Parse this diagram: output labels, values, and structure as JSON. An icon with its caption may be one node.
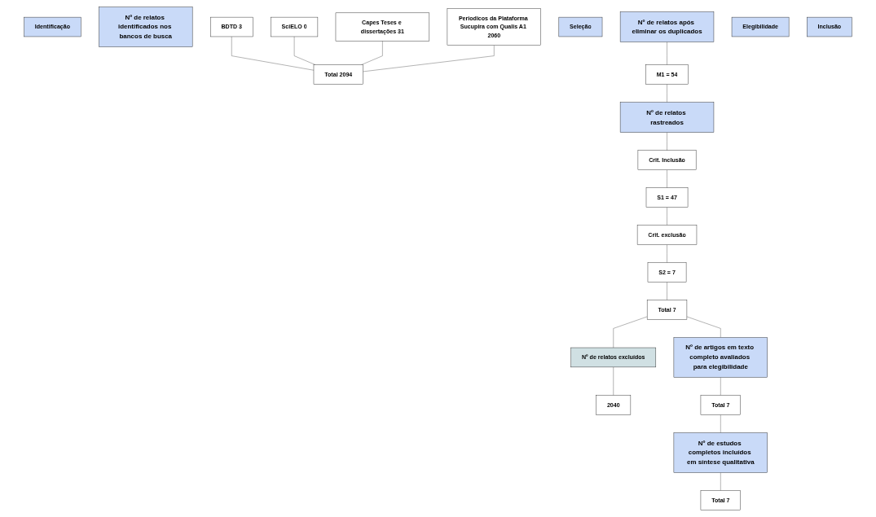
{
  "diagram": {
    "nodes": [
      {
        "text": [
          "Identificação"
        ]
      },
      {
        "text": [
          "Nº de relatos identificados nos bancos de busca"
        ]
      },
      {
        "text": [
          "BDTD 3"
        ]
      },
      {
        "text": [
          "SciELO 0"
        ]
      },
      {
        "text": [
          "Capes Teses e dissertações 31"
        ]
      },
      {
        "text": [
          "Periodicos da Plataforma Sucupira com Qualis A1 2060"
        ]
      },
      {
        "text": [
          "Total 2094"
        ]
      },
      {
        "text": [
          "Seleção"
        ]
      },
      {
        "text": [
          "Nº de relatos após eliminar os duplicados"
        ]
      },
      {
        "text": [
          "M1 = 54"
        ]
      },
      {
        "text": [
          "Nº de relatos rastreados"
        ]
      },
      {
        "text": [
          "Crit. Inclusão"
        ]
      },
      {
        "text": [
          "S1 = 47"
        ]
      },
      {
        "text": [
          "Crit. exclusão"
        ]
      },
      {
        "text": [
          "S2 = 7"
        ]
      },
      {
        "text": [
          "Total 7"
        ]
      },
      {
        "text": [
          "Nº de relatos excluídos"
        ]
      },
      {
        "text": [
          "2040"
        ]
      },
      {
        "text": [
          "Elegibilidade"
        ]
      },
      {
        "text": [
          "Nº de artigos em texto completo avaliados para elegibilidade"
        ]
      },
      {
        "text": [
          "Total 7"
        ]
      },
      {
        "text": [
          "Inclusão"
        ]
      },
      {
        "text": [
          "Nº de estudos completos incluídos em síntese qualitativa"
        ]
      },
      {
        "text": [
          "Total 7"
        ]
      }
    ],
    "edges": [
      {
        "from": 2,
        "to": 6,
        "arrow": "none"
      },
      {
        "from": 3,
        "to": 6,
        "arrow": "none"
      },
      {
        "from": 4,
        "to": 6,
        "arrow": "none"
      },
      {
        "from": 5,
        "to": 6,
        "arrow": "none"
      },
      {
        "from": 8,
        "to": 9,
        "arrow": "none"
      },
      {
        "from": 9,
        "to": 10,
        "arrow": "none"
      },
      {
        "from": 10,
        "to": 11,
        "arrow": "none"
      },
      {
        "from": 11,
        "to": 12,
        "arrow": "none"
      },
      {
        "from": 12,
        "to": 13,
        "arrow": "none"
      },
      {
        "from": 13,
        "to": 14,
        "arrow": "none"
      },
      {
        "from": 14,
        "to": 15,
        "arrow": "none"
      },
      {
        "from": 15,
        "to": 16,
        "arrow": "none"
      },
      {
        "from": 16,
        "to": 17,
        "arrow": "none"
      },
      {
        "from": 15,
        "to": 19,
        "arrow": "none"
      },
      {
        "from": 19,
        "to": 20,
        "arrow": "none"
      },
      {
        "from": 20,
        "to": 22,
        "arrow": "none"
      },
      {
        "from": 22,
        "to": 23,
        "arrow": "none"
      }
    ]
  }
}
